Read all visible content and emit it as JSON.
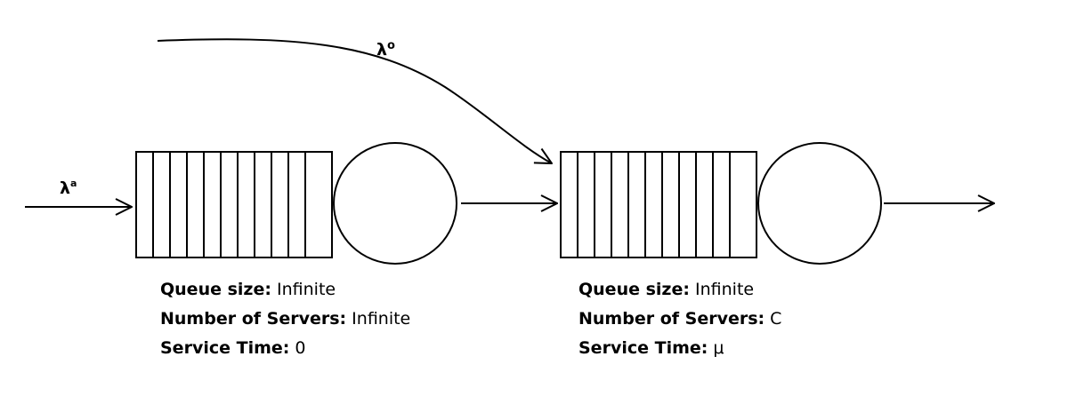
{
  "arrivals": {
    "external": {
      "symbol": "λ",
      "superscript": "a"
    },
    "bypass": {
      "symbol": "λ",
      "superscript": "o"
    }
  },
  "queues": [
    {
      "queue_size_label": "Queue size:",
      "queue_size_value": "Infinite",
      "servers_label": "Number of Servers:",
      "servers_value": "Infinite",
      "service_label": "Service Time:",
      "service_value": "0"
    },
    {
      "queue_size_label": "Queue size:",
      "queue_size_value": "Infinite",
      "servers_label": "Number of Servers:",
      "servers_value": "C",
      "service_label": "Service Time:",
      "service_value": "μ"
    }
  ]
}
